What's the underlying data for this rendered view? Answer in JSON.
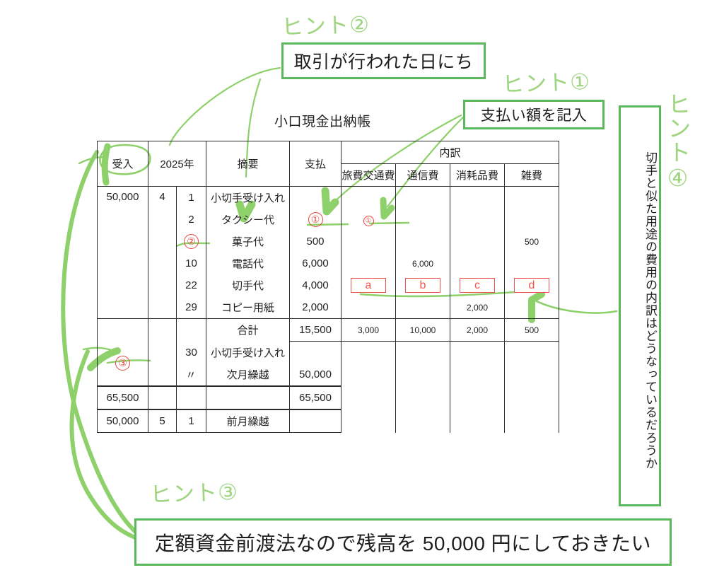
{
  "document": {
    "ledger_title": "小口現金出納帳"
  },
  "table": {
    "headers": {
      "receipt": "受入",
      "year": "2025年",
      "description": "摘要",
      "payment": "支払",
      "breakdown": "内訳",
      "breakdown_cols": [
        "旅費交通費",
        "通信費",
        "消耗品費",
        "雑費"
      ]
    },
    "rows": [
      {
        "receipt": "50,000",
        "month": "4",
        "day": "1",
        "desc": "小切手受け入れ",
        "pay": "",
        "travel": "",
        "comm": "",
        "supply": "",
        "misc": ""
      },
      {
        "receipt": "",
        "month": "",
        "day": "2",
        "desc": "タクシー代",
        "pay": "①",
        "travel": "①",
        "comm": "",
        "supply": "",
        "misc": ""
      },
      {
        "receipt": "",
        "month": "",
        "day": "②",
        "desc": "菓子代",
        "pay": "500",
        "travel": "",
        "comm": "",
        "supply": "",
        "misc": "500"
      },
      {
        "receipt": "",
        "month": "",
        "day": "10",
        "desc": "電話代",
        "pay": "6,000",
        "travel": "",
        "comm": "6,000",
        "supply": "",
        "misc": ""
      },
      {
        "receipt": "",
        "month": "",
        "day": "22",
        "desc": "切手代",
        "pay": "4,000",
        "travel": "a",
        "comm": "b",
        "supply": "c",
        "misc": "d"
      },
      {
        "receipt": "",
        "month": "",
        "day": "29",
        "desc": "コピー用紙",
        "pay": "2,000",
        "travel": "",
        "comm": "",
        "supply": "2,000",
        "misc": ""
      }
    ],
    "total_row": {
      "desc": "合計",
      "pay": "15,500",
      "travel": "3,000",
      "comm": "10,000",
      "supply": "2,000",
      "misc": "500"
    },
    "closing_rows": [
      {
        "receipt": "③",
        "month": "",
        "day": "30",
        "desc": "小切手受け入れ",
        "pay": ""
      },
      {
        "receipt": "",
        "month": "",
        "day": "〃",
        "desc": "次月繰越",
        "pay": "50,000"
      }
    ],
    "sum_row": {
      "receipt": "65,500",
      "desc": "",
      "pay": "65,500"
    },
    "brought_forward_row": {
      "receipt": "50,000",
      "month": "5",
      "day": "1",
      "desc": "前月繰越",
      "pay": ""
    }
  },
  "annotations": {
    "hint1": {
      "label": "ヒント①",
      "text": "支払い額を記入"
    },
    "hint2": {
      "label": "ヒント②",
      "text": "取引が行われた日にち"
    },
    "hint3": {
      "label": "ヒント③",
      "text": "定額資金前渡法なので残高を 50,000 円にしておきたい"
    },
    "hint4": {
      "label": "ヒント④",
      "text": "切手と似た用途の費用の内訳はどうなっているだろうか"
    }
  },
  "colors": {
    "green": "#5cb85c",
    "green_light": "#9ad37a",
    "red": "#e8453c",
    "red_box": "#ef5350",
    "ink": "#231f20"
  }
}
